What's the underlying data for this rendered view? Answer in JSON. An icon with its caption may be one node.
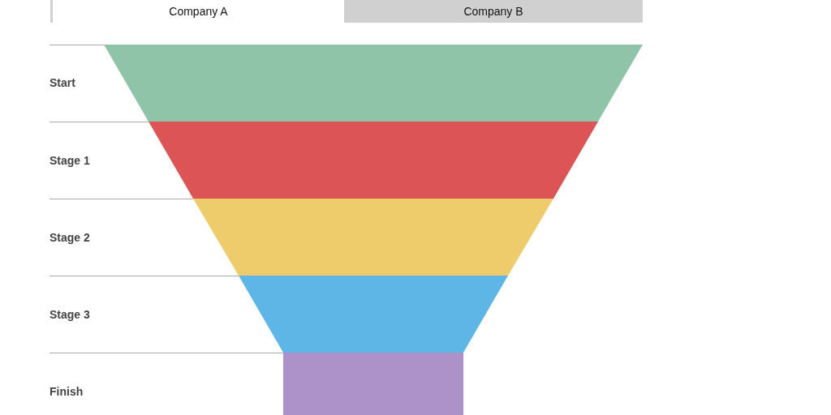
{
  "diagram": {
    "nodes": [
      {
        "text": [
          "Company A"
        ]
      },
      {
        "text": [
          "Company B"
        ]
      },
      {
        "text": [],
        "shape": "trapezoid"
      },
      {
        "text": [],
        "shape": "trapezoid"
      },
      {
        "text": [],
        "shape": "trapezoid"
      },
      {
        "text": [],
        "shape": "trapezoid"
      },
      {
        "text": [],
        "shape": "box"
      }
    ],
    "labels": [
      "Start",
      "Stage 1",
      "Stage 2",
      "Stage 3",
      "Finish"
    ]
  }
}
